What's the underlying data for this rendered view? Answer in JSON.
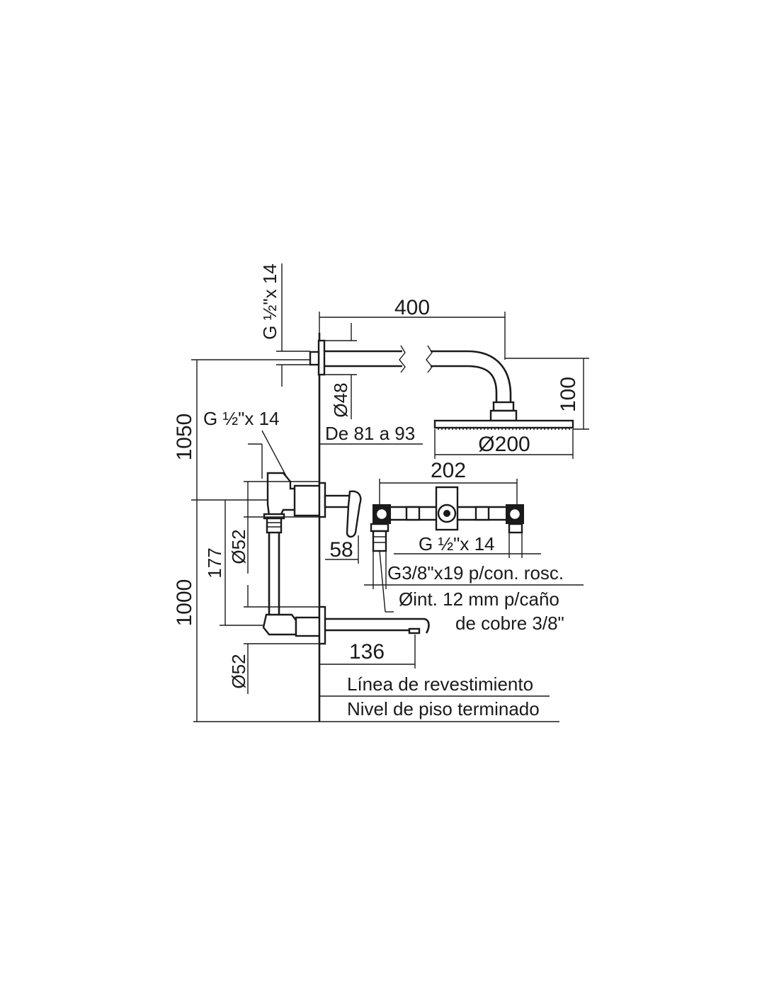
{
  "dimensions": {
    "shower_arm_length": "400",
    "shower_arm_drop": "100",
    "shower_head_diameter": "Ø200",
    "wall_flange_diameter": "Ø48",
    "arm_inlet_thread": "G ½\"x 14",
    "embed_depth_range": "De 81 a 93",
    "shower_height": "1050",
    "mixer_inlet_thread": "G ½\"x 14",
    "mixer_height_from_floor": "1000",
    "mixer_to_spout_spacing": "177",
    "mixer_rosette_diameter": "Ø52",
    "spout_rosette_diameter": "Ø52",
    "lever_projection": "58",
    "spout_projection": "136",
    "valve_body_width": "202",
    "valve_body_thread": "G ½\"x 14"
  },
  "notes": {
    "threaded_connection": "G3/8\"x19 p/con. rosc.",
    "copper_pipe_line1": "Øint. 12 mm p/caño",
    "copper_pipe_line2": "de cobre 3/8\"",
    "finish_line": "Línea de revestimiento",
    "floor_level": "Nivel de piso terminado"
  }
}
